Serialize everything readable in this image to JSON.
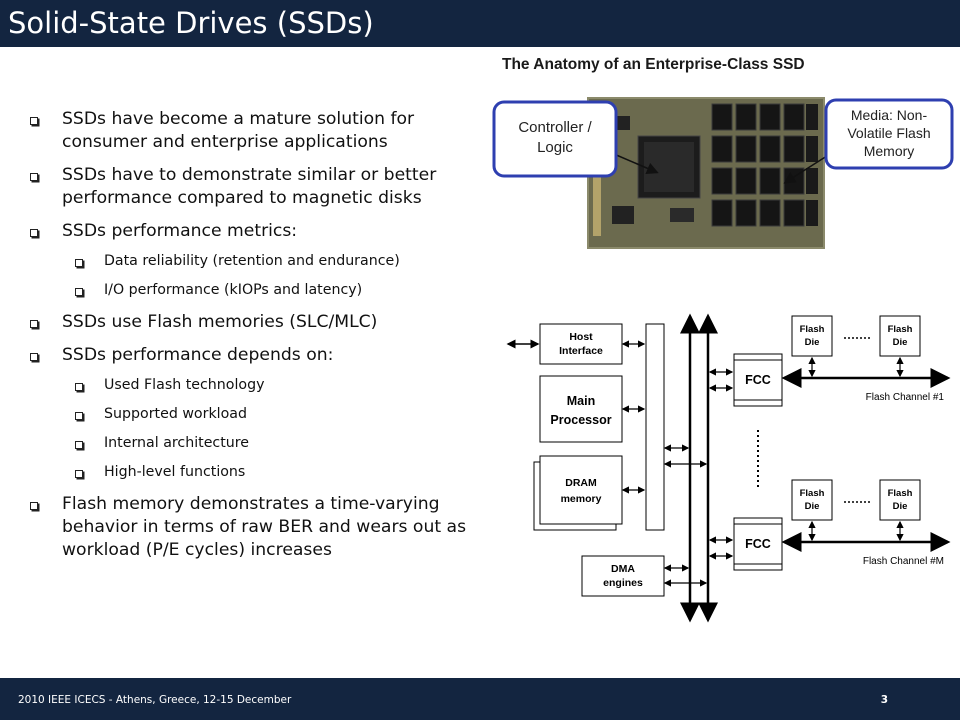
{
  "slide": {
    "title": "Solid-State Drives (SSDs)",
    "footer_text": "2010 IEEE ICECS - Athens, Greece, 12-15 December",
    "page_number": "3"
  },
  "bullets": [
    {
      "level": 1,
      "text": "SSDs have become a mature solution for consumer and enterprise applications"
    },
    {
      "level": 1,
      "text": "SSDs have to demonstrate similar or better performance compared to magnetic disks"
    },
    {
      "level": 1,
      "text": "SSDs performance metrics:"
    },
    {
      "level": 2,
      "text": "Data reliability (retention and endurance)"
    },
    {
      "level": 2,
      "text": "I/O performance  (kIOPs and latency)"
    },
    {
      "level": 1,
      "text": "SSDs use Flash memories (SLC/MLC)"
    },
    {
      "level": 1,
      "text": "SSDs performance depends on:"
    },
    {
      "level": 2,
      "text": "Used Flash technology"
    },
    {
      "level": 2,
      "text": "Supported workload"
    },
    {
      "level": 2,
      "text": "Internal architecture"
    },
    {
      "level": 2,
      "text": "High-level functions"
    },
    {
      "level": 1,
      "text": "Flash memory demonstrates a time-varying behavior in terms of raw BER and wears out as workload (P/E cycles) increases"
    }
  ],
  "figure": {
    "title": "The Anatomy of an Enterprise-Class SSD",
    "callout_controller": [
      "Controller /",
      "Logic"
    ],
    "callout_media": [
      "Media: Non-",
      "Volatile Flash",
      "Memory"
    ]
  },
  "diagram": {
    "host_interface": [
      "Host",
      "Interface"
    ],
    "main_processor": [
      "Main",
      "Processor"
    ],
    "dram": [
      "DRAM",
      "memory"
    ],
    "dma": [
      "DMA",
      "engines"
    ],
    "fcc_label": "FCC",
    "flash_die": [
      "Flash",
      "Die"
    ],
    "channel_1": "Flash  Channel  #1",
    "channel_m": "Flash  Channel  #M"
  },
  "colors": {
    "title_bar": "#132540",
    "callout_border": "#2e3fb0"
  }
}
